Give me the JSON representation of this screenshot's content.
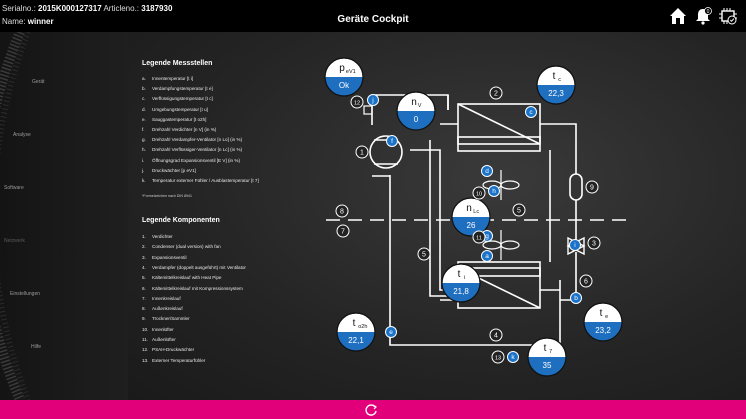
{
  "header": {
    "serial_label": "Serialno.:",
    "serial_value": "2015K000127317",
    "article_label": "Articleno.:",
    "article_value": "3187930",
    "name_label": "Name:",
    "name_value": "winner",
    "title": "Geräte Cockpit"
  },
  "sidebar": {
    "items": [
      "Gerät",
      "Analyse",
      "Software",
      "Netzwerk",
      "Einstellungen",
      "Hilfe"
    ]
  },
  "legend_messstellen": {
    "title": "Legende Messstellen",
    "items": [
      {
        "key": "a.",
        "text": "Innentemperatur  [t i]"
      },
      {
        "key": "b.",
        "text": "Verdampfungstemperatur  [t e]"
      },
      {
        "key": "c.",
        "text": "Verflüssigungstemperatur  [t c]"
      },
      {
        "key": "d.",
        "text": "Umgebungstemperatur  [t u]"
      },
      {
        "key": "e.",
        "text": "Sauggastemperatur  [t o2h]"
      },
      {
        "key": "f.",
        "text": "Drehzahl Verdichter  [n V] (in %)"
      },
      {
        "key": "g.",
        "text": "Drehzahl Verdampfer-Ventilator  [n Lo] (in %)"
      },
      {
        "key": "h.",
        "text": "Drehzahl Verflüssiger-Ventilator  [n Lc] (in %)"
      },
      {
        "key": "i.",
        "text": "Öffnungsgrad Expansionsventil  [E V] (in %)"
      },
      {
        "key": "j.",
        "text": "Druckwächter  [p eV1]"
      },
      {
        "key": "k.",
        "text": "Temperatur externer Fühler / Ausblastemperatur  [t 7]"
      }
    ],
    "footnote": "*Formelzeichen nach DIN 8941"
  },
  "legend_komponenten": {
    "title": "Legende Komponenten",
    "items": [
      {
        "key": "1.",
        "text": "Verdichter"
      },
      {
        "key": "2.",
        "text": "Condenser (dual version) with fan"
      },
      {
        "key": "3.",
        "text": "Expansionsventil"
      },
      {
        "key": "4.",
        "text": "Verdampfer (doppelt ausgeführt) mit Ventilator"
      },
      {
        "key": "5.",
        "text": "Kältemittelkreislauf with Heat Pipe"
      },
      {
        "key": "6.",
        "text": "Kältemittelkreislauf mit Kompressionssystem"
      },
      {
        "key": "7.",
        "text": "Innenkreislauf"
      },
      {
        "key": "8.",
        "text": "Außenkreislauf"
      },
      {
        "key": "9.",
        "text": "Trockner/Sammler"
      },
      {
        "key": "10.",
        "text": "Innenlüfter"
      },
      {
        "key": "11.",
        "text": "Außenlüfter"
      },
      {
        "key": "12.",
        "text": "PSAH-Druckwächter"
      },
      {
        "key": "13.",
        "text": "Externer Temperaturfühler"
      }
    ]
  },
  "gauges": {
    "p_ev1": {
      "label": "p",
      "sub": "eV1",
      "value": "Ok"
    },
    "n_v": {
      "label": "n",
      "sub": "V",
      "value": "0"
    },
    "t_c": {
      "label": "t",
      "sub": "c",
      "value": "22,3"
    },
    "n_lc": {
      "label": "n",
      "sub": "Lc",
      "value": "26"
    },
    "t_i": {
      "label": "t",
      "sub": "i",
      "value": "21,8"
    },
    "t_o2h": {
      "label": "t",
      "sub": "o2h",
      "value": "22,1"
    },
    "t_e": {
      "label": "t",
      "sub": "e",
      "value": "23,2"
    },
    "t_7": {
      "label": "t",
      "sub": "7",
      "value": "35"
    }
  },
  "sensor_tags": [
    "j",
    "f",
    "c",
    "d",
    "h",
    "g",
    "a",
    "i",
    "b",
    "e",
    "k"
  ],
  "component_numbers": [
    "1",
    "2",
    "3",
    "4",
    "5",
    "5",
    "6",
    "7",
    "8",
    "9",
    "10",
    "11",
    "12",
    "13"
  ],
  "colors": {
    "accent": "#e2007a",
    "gauge_blue": "#1f6fc1",
    "sensor_blue": "#1a73c9"
  }
}
